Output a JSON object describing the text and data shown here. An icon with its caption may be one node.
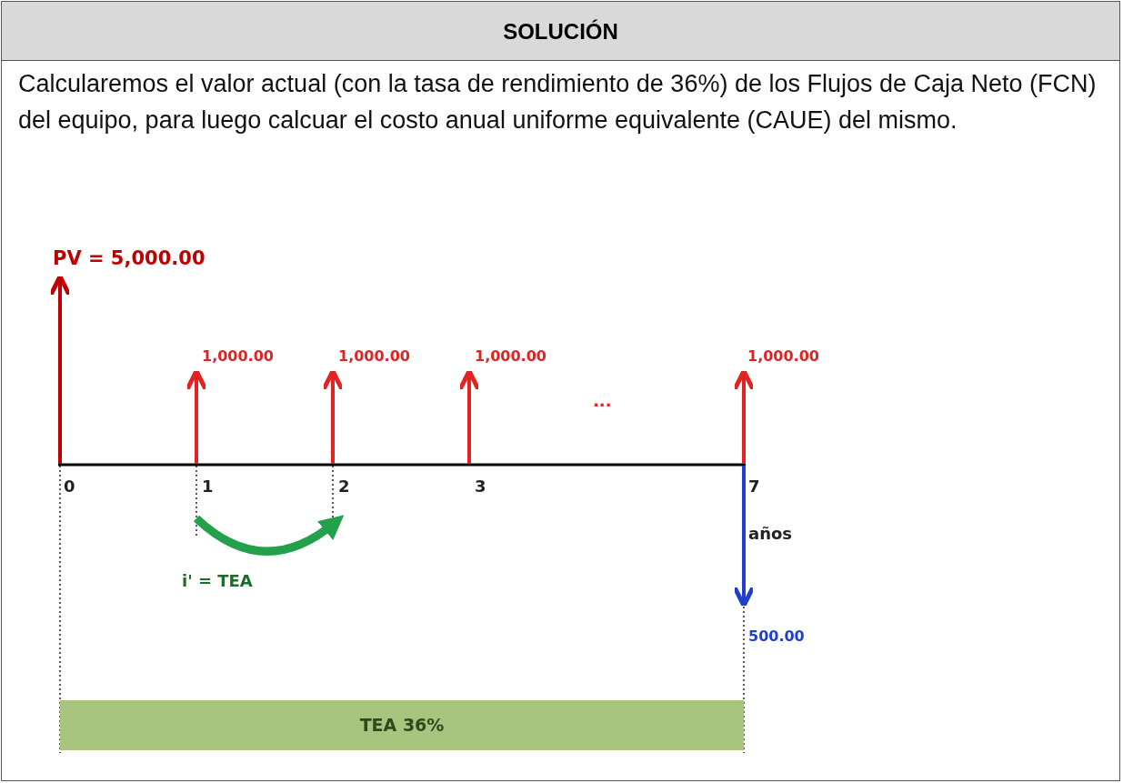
{
  "diagram": {
    "title": "SOLUCIÓN",
    "nodes": [
      {
        "text": [
          "TEA 36%"
        ]
      }
    ],
    "labels": [
      "Calcularemos el valor actual (con la tasa de rendimiento de 36%) de los Flujos de Caja Neto (FCN) del equipo, para luego calcuar el costo anual uniforme equivalente (CAUE) del mismo.",
      "PV = 5,000.00",
      "1,000.00",
      "1,000.00",
      "1,000.00",
      "...",
      "1,000.00",
      "0",
      "1",
      "2",
      "3",
      "7",
      "años",
      "i' = TEA",
      "500.00"
    ]
  }
}
